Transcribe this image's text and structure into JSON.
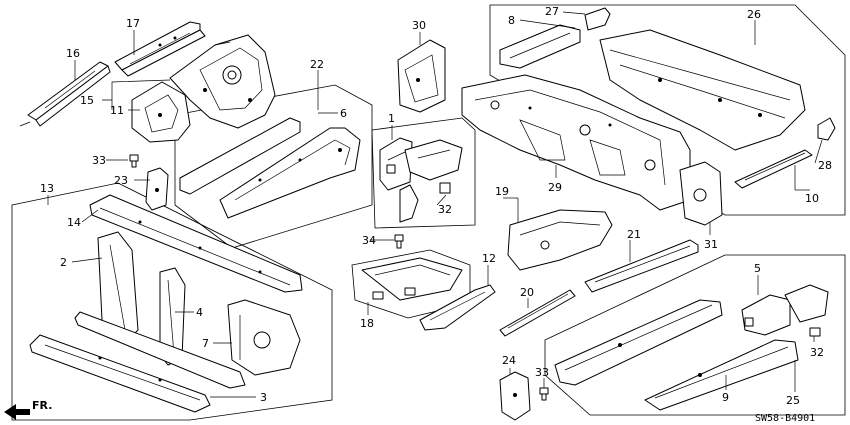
{
  "diagram_code": "SW58-B4901",
  "direction_label": "FR.",
  "callouts": {
    "c1": "1",
    "c2": "2",
    "c3": "3",
    "c4": "4",
    "c5": "5",
    "c6": "6",
    "c7": "7",
    "c8": "8",
    "c9": "9",
    "c10": "10",
    "c11": "11",
    "c12": "12",
    "c13": "13",
    "c14": "14",
    "c15": "15",
    "c16": "16",
    "c17": "17",
    "c18": "18",
    "c19": "19",
    "c20": "20",
    "c21": "21",
    "c22": "22",
    "c23": "23",
    "c24": "24",
    "c25": "25",
    "c26": "26",
    "c27": "27",
    "c28": "28",
    "c29": "29",
    "c30": "30",
    "c31": "31",
    "c32a": "32",
    "c32b": "32",
    "c33a": "33",
    "c33b": "33",
    "c34": "34"
  }
}
